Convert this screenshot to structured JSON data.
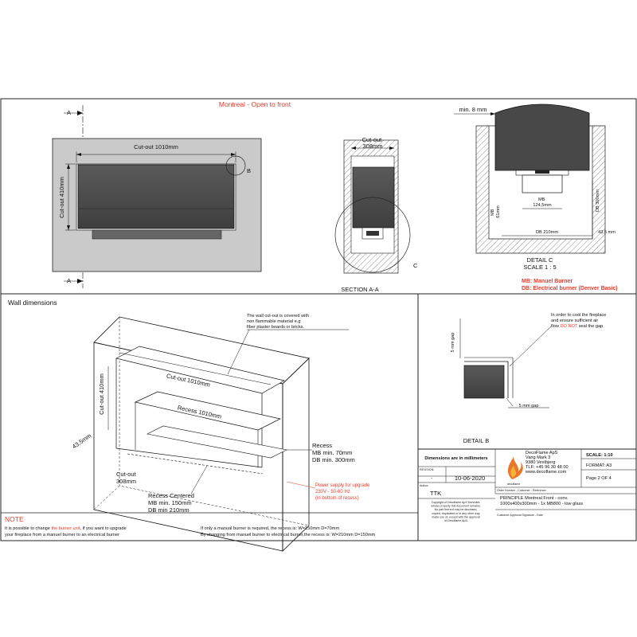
{
  "top": {
    "title": "Montreal - Open to front",
    "section_marker": "A",
    "front": {
      "cutout_width": "Cut-out 1010mm",
      "cutout_height": "Cut-out 410mm",
      "detail_b": "B"
    },
    "section": {
      "cutout": "Cut-out\n308mm",
      "detail_c": "C",
      "label": "SECTION A-A"
    },
    "detail_c": {
      "min_gap": "min. 8 mm",
      "mb_width": "MB\n124,5mm",
      "mb_height": "MB\n61mm",
      "db_height": "DB 300mm",
      "db_width": "DB 210mm",
      "side": "43,5 mm",
      "title": "DETAIL C",
      "scale": "SCALE 1 : 5",
      "legend_mb": "MB: Manuel Burner",
      "legend_db": "DB: Electrical burner (Denver Basic)"
    }
  },
  "wall": {
    "heading": "Wall dimensions",
    "callout": "The wall cut-out is covered with\nnon flammable material e.g\nfiber plaster boards or bricks.",
    "cutout_width": "Cut-out 1010mm",
    "cutout_height": "Cut-out 410mm",
    "recess_width": "Recess 1010mm",
    "side": "43,5mm",
    "recess_title": "Recess",
    "recess_mb": "MB min. 70mm",
    "recess_db": "DB min. 300mm",
    "cutout_depth": "Cut-out\n308mm",
    "centered_title": "Recess Centered",
    "centered_mb": "MB min. 150mm",
    "centered_db": "DB min 210mm",
    "power": "Power supply for upgrade\n230V - 50-60 Hz\n(in bottom of recess)"
  },
  "detail_b": {
    "note": "In order to cool the fireplace\nand ensure sufficient air\nflow DO NOT seal the gap",
    "note_highlight": "DO NOT",
    "gap_vertical": "5 mm gap",
    "gap_horizontal": "5 mm gap",
    "title": "DETAIL B"
  },
  "note": {
    "heading": "NOTE",
    "line1_pre": "It is possible to change ",
    "line1_link": "the burner unit",
    "line1_post": ", if you want to upgrade",
    "line2": "your fireplace from a manuel burner to an electrical burner",
    "line3": "If only a manual burner is required, the recess is: W=150mm D=70mm",
    "line4": "By changing from manuel burner to electrical burner,the recess is: W=210mm D=150mm"
  },
  "titleblock": {
    "dims": "Dimensions are in millimeters",
    "revision_label": "REVISION:",
    "revision": "-",
    "date": "10-06-2020",
    "author_label": "Author:",
    "author": "TTK",
    "copyright": "Copyright of Decoflame ApS Denmark,\nwhose property this document remains.\nNo part thereof may be disclosed,\ncopied, duplicated or in any other way\nmade use of, except with the approval\nof Decoflame ApS.",
    "company": "DecoFlame ApS\nVang Mark 3\n9380 Vestbjerg\nTLF: +45 96 30 48 00\nwww.decoflame.com",
    "logo_text": "decoflame",
    "scale": "SCALE: 1:10",
    "format": "FORMAT: A3",
    "page": "Page 2 OF 4",
    "order_header": "Order Number - Customer - Reference:",
    "principle": "PRINCIPLE   Montreal Front - conv.\n1000x400x300mm - 1x MB800 - low glass",
    "approval": "Customer Approval Signature - Date",
    "colors": {
      "red": "#e53b2c",
      "flame": "#e8772a"
    }
  }
}
